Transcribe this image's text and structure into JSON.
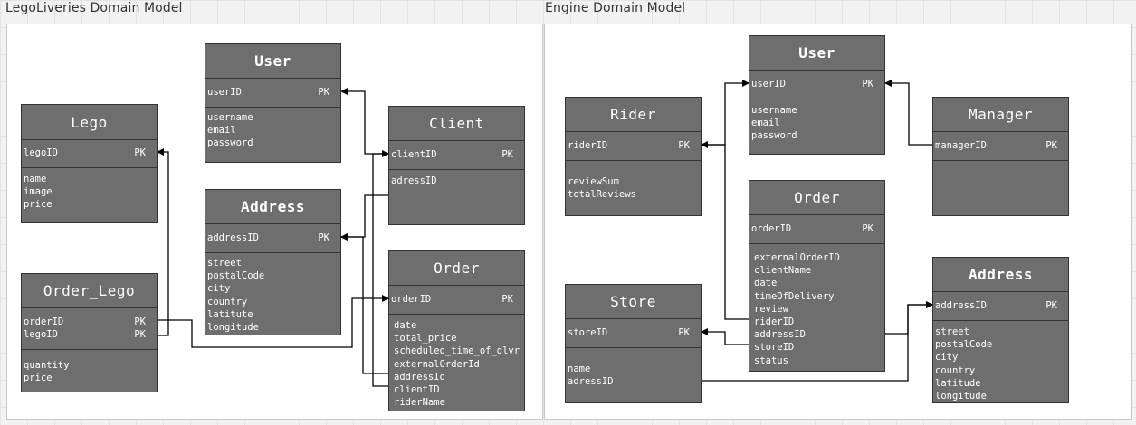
{
  "left_panel": {
    "title": "LegoLiveries Domain Model"
  },
  "right_panel": {
    "title": "Engine Domain Model"
  },
  "pk_label": "PK",
  "entities": {
    "lego_user": {
      "title": "User",
      "pk": [
        "userID"
      ],
      "fields": [
        "username",
        "email",
        "password"
      ]
    },
    "lego": {
      "title": "Lego",
      "pk": [
        "legoID"
      ],
      "fields": [
        "name",
        "image",
        "price"
      ]
    },
    "client": {
      "title": "Client",
      "pk": [
        "clientID"
      ],
      "fields": [
        "adressID"
      ]
    },
    "lego_address": {
      "title": "Address",
      "pk": [
        "addressID"
      ],
      "fields": [
        "street",
        "postalCode",
        "city",
        "country",
        "latitute",
        "longitude"
      ]
    },
    "lego_order": {
      "title": "Order",
      "pk": [
        "orderID"
      ],
      "fields": [
        "date",
        "total_price",
        "scheduled_time_of_dlvr",
        "externalOrderId",
        "addressId",
        "clientID",
        "riderName"
      ]
    },
    "order_lego": {
      "title": "Order_Lego",
      "pk": [
        "orderID",
        "legoID"
      ],
      "fields": [
        "quantity",
        "price"
      ]
    },
    "engine_user": {
      "title": "User",
      "pk": [
        "userID"
      ],
      "fields": [
        "username",
        "email",
        "password"
      ]
    },
    "rider": {
      "title": "Rider",
      "pk": [
        "riderID"
      ],
      "fields": [
        "reviewSum",
        "totalReviews"
      ]
    },
    "manager": {
      "title": "Manager",
      "pk": [
        "managerID"
      ],
      "fields": []
    },
    "engine_order": {
      "title": "Order",
      "pk": [
        "orderID"
      ],
      "fields": [
        "externalOrderID",
        "clientName",
        "date",
        "timeOfDelivery",
        "review",
        "riderID",
        "addressID",
        "storeID",
        "status"
      ]
    },
    "store": {
      "title": "Store",
      "pk": [
        "storeID"
      ],
      "fields": [
        "name",
        "adressID"
      ]
    },
    "engine_address": {
      "title": "Address",
      "pk": [
        "addressID"
      ],
      "fields": [
        "street",
        "postalCode",
        "city",
        "country",
        "latitude",
        "longitude"
      ]
    }
  }
}
